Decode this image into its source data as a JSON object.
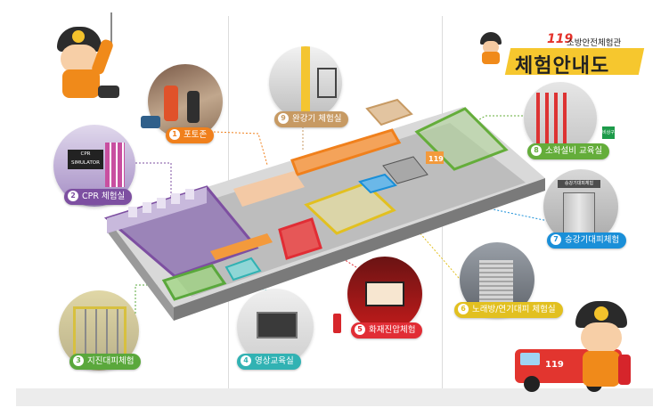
{
  "header": {
    "number": "119",
    "subtitle": "소방안전체험관",
    "title": "체험안내도"
  },
  "stations": [
    {
      "num": "1",
      "label": "포토존",
      "color": "#f0801c"
    },
    {
      "num": "2",
      "label": "CPR 체험실",
      "color": "#7d4fa1"
    },
    {
      "num": "3",
      "label": "지진대피체험",
      "color": "#5aa83c"
    },
    {
      "num": "4",
      "label": "영상교육실",
      "color": "#31b2b3"
    },
    {
      "num": "5",
      "label": "화재진압체험",
      "color": "#e12d35"
    },
    {
      "num": "6",
      "label": "노래방/연기대피 체험실",
      "color": "#e2c020"
    },
    {
      "num": "7",
      "label": "승강기대피체험",
      "color": "#1a8fd8"
    },
    {
      "num": "8",
      "label": "소화설비 교육실",
      "color": "#64ad3a"
    },
    {
      "num": "9",
      "label": "완강기 체험실",
      "color": "#c79a63"
    }
  ],
  "photo_texts": {
    "cpr_screen": "CPR SIMULATOR",
    "elevator_sign": "승강기대피체험",
    "exit_sign": "비상구",
    "truck_number": "119"
  },
  "colors": {
    "orange": "#f0801c",
    "purple": "#7d4fa1",
    "green": "#5aa83c",
    "teal": "#31b2b3",
    "red": "#e12d35",
    "yellow": "#e2c020",
    "blue": "#1a8fd8",
    "lightgreen": "#64ad3a",
    "brown": "#c79a63"
  }
}
